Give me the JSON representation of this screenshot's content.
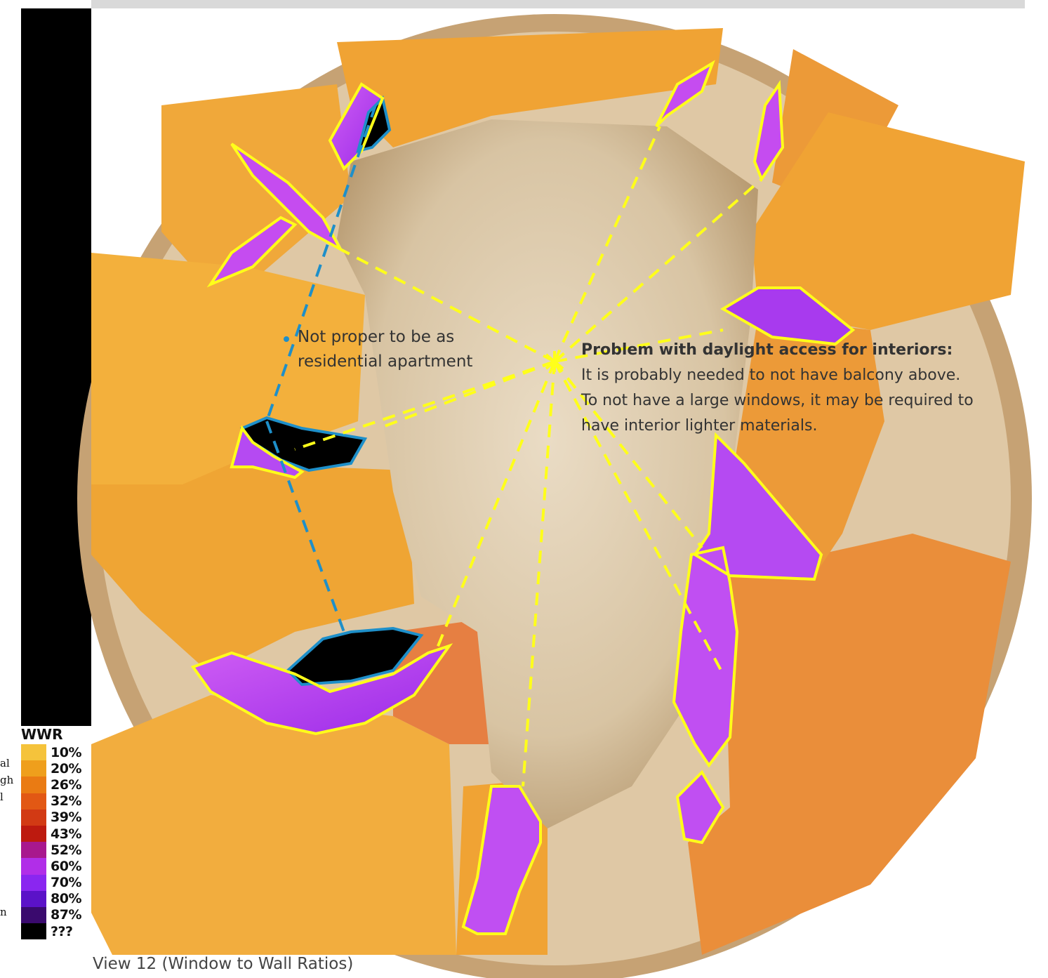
{
  "legend": {
    "title": "WWR",
    "items": [
      {
        "label": "10%",
        "color": "#f5c33b"
      },
      {
        "label": "20%",
        "color": "#ef9f1c"
      },
      {
        "label": "26%",
        "color": "#ea7b13"
      },
      {
        "label": "32%",
        "color": "#e25814"
      },
      {
        "label": "39%",
        "color": "#d23a14"
      },
      {
        "label": "43%",
        "color": "#bd1a0f"
      },
      {
        "label": "52%",
        "color": "#a8188e"
      },
      {
        "label": "60%",
        "color": "#b12ee8"
      },
      {
        "label": "70%",
        "color": "#8a26f0"
      },
      {
        "label": "80%",
        "color": "#5b12c8"
      },
      {
        "label": "87%",
        "color": "#3a0a6e"
      },
      {
        "label": "???",
        "color": "#000000"
      }
    ]
  },
  "annotations": {
    "blue_note": {
      "line1": "Not proper to be as",
      "line2": "residential apartment"
    },
    "yellow_note": {
      "heading": "Problem with daylight access for interiors:",
      "line1": "It is probably needed to not have balcony above.",
      "line2": "To not have a large windows, it may be required to",
      "line3": "have interior lighter materials."
    }
  },
  "caption": "View 12 (Window to Wall Ratios)",
  "clipped_left_text": [
    "al",
    "gh",
    "l",
    "n"
  ],
  "colors": {
    "facade_light": "#f5b942",
    "facade_mid": "#f0a02e",
    "facade_dark": "#e6783c",
    "window_high": "#b53cf0",
    "window_mid": "#cc55f2",
    "interior": "#e8d8c0",
    "shadow": "#c8a57a",
    "yellow_outline": "#ffff1a",
    "blue_outline": "#1e8fc9",
    "black_panel": "#000000"
  }
}
